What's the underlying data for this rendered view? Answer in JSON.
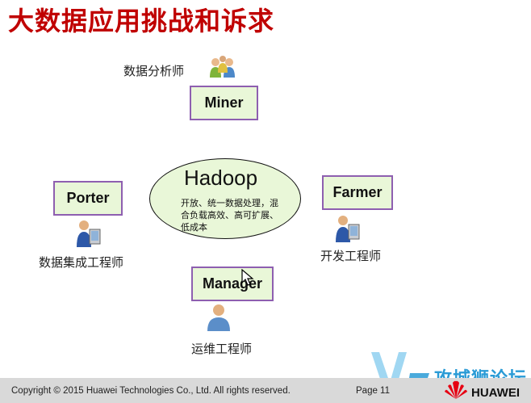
{
  "title": "大数据应用挑战和诉求",
  "hub": {
    "title": "Hadoop",
    "description": "开放、统一数据处理，混合负载高效、高可扩展、低成本"
  },
  "roles": {
    "miner": {
      "box_label": "Miner",
      "role_label": "数据分析师"
    },
    "porter": {
      "box_label": "Porter",
      "role_label": "数据集成工程师"
    },
    "farmer": {
      "box_label": "Farmer",
      "role_label": "开发工程师"
    },
    "manager": {
      "box_label": "Manager",
      "role_label": "运维工程师"
    }
  },
  "footer": {
    "copyright": "Copyright © 2015 Huawei Technologies Co., Ltd. All rights reserved.",
    "page": "Page 11",
    "brand": "HUAWEI",
    "watermark": "攻城狮论坛"
  },
  "colors": {
    "title": "#c00000",
    "node_fill": "#e9f7d8",
    "node_border": "#8e5fb0",
    "footer_bg": "#d9d9d9",
    "brand_red": "#e60012"
  },
  "icons": [
    "group-of-people-icon",
    "person-at-computer-icon",
    "person-icon",
    "mouse-cursor-icon",
    "huawei-logo-icon",
    "v5-watermark-icon"
  ]
}
